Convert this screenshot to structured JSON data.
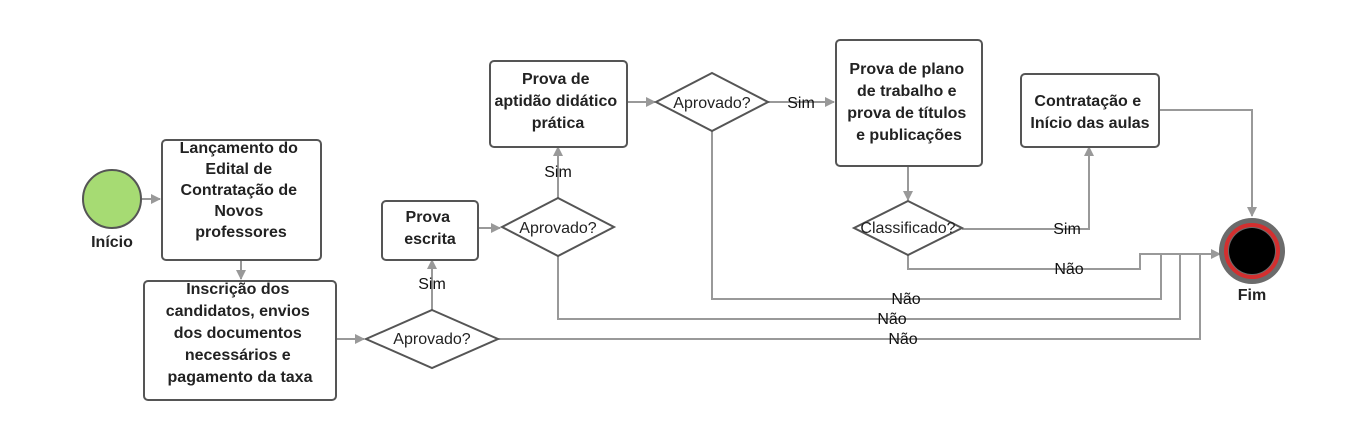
{
  "nodes": {
    "inicio": {
      "label": "Início",
      "color": "#a6db73"
    },
    "lancamento": {
      "lines": [
        "Lançamento do",
        "Edital de",
        "Contratação de",
        "Novos",
        "professores"
      ]
    },
    "inscricao": {
      "lines": [
        "Inscrição dos",
        "candidatos, envios",
        "dos documentos",
        "necessários e",
        "pagamento da taxa"
      ]
    },
    "aprovado1": {
      "label": "Aprovado?"
    },
    "prova_escrita": {
      "lines": [
        "Prova",
        "escrita"
      ]
    },
    "aprovado2": {
      "label": "Aprovado?"
    },
    "prova_aptidao": {
      "lines": [
        "Prova de",
        "aptidão didático",
        "prática"
      ]
    },
    "aprovado3": {
      "label": "Aprovado?"
    },
    "prova_plano": {
      "lines": [
        "Prova de plano",
        "de trabalho e",
        "prova de títulos",
        "e publicações"
      ]
    },
    "classificado": {
      "label": "Classificado?"
    },
    "contratacao": {
      "lines": [
        "Contratação e",
        "Início das aulas"
      ]
    },
    "fim": {
      "label": "Fim",
      "ring_color": "#d32f2f"
    }
  },
  "edge_labels": {
    "sim1": "Sim",
    "sim2": "Sim",
    "sim3": "Sim",
    "sim4": "Sim",
    "nao_classificado": "Não",
    "nao_aprovado3": "Não",
    "nao_aprovado2": "Não",
    "nao_aprovado1": "Não"
  }
}
